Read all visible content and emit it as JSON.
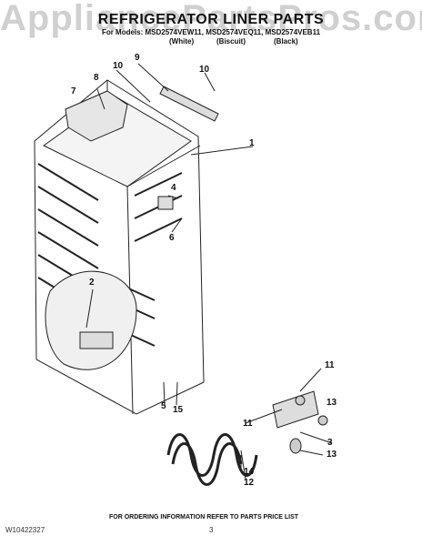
{
  "watermark": "AppliancePartsPros.com",
  "header": {
    "title": "REFRIGERATOR LINER PARTS",
    "models": "For Models: MSD2574VEW11, MSD2574VEQ11, MSD2574VEB11",
    "colors": [
      "(White)",
      "(Biscuit)",
      "(Black)"
    ]
  },
  "callouts": [
    "1",
    "2",
    "3",
    "4",
    "5",
    "6",
    "7",
    "8",
    "9",
    "10",
    "10",
    "11",
    "11",
    "12",
    "13",
    "13",
    "14",
    "15"
  ],
  "footer": {
    "ordering": "FOR ORDERING INFORMATION REFER TO PARTS PRICE LIST",
    "doc_number": "W10422327",
    "page": "3"
  }
}
